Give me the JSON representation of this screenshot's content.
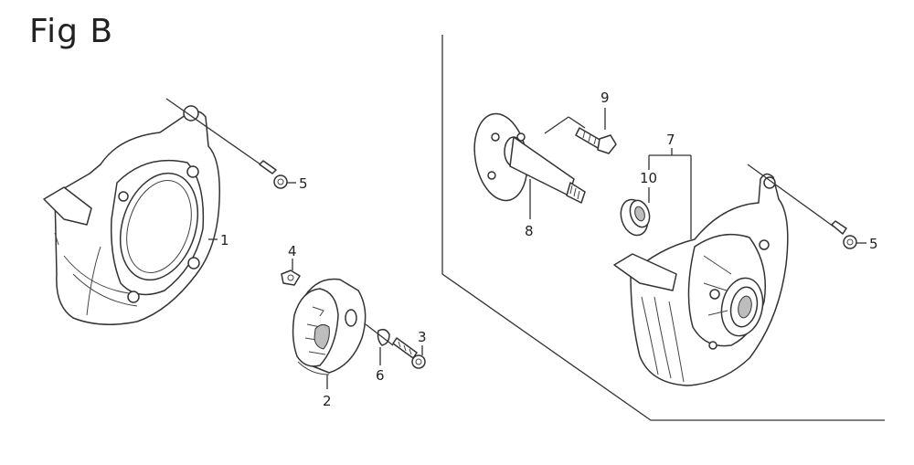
{
  "title": "Fig B",
  "callouts": {
    "c1": "1",
    "c2": "2",
    "c3": "3",
    "c4": "4",
    "c5a": "5",
    "c5b": "5",
    "c6": "6",
    "c7": "7",
    "c8": "8",
    "c9": "9",
    "c10": "10"
  }
}
